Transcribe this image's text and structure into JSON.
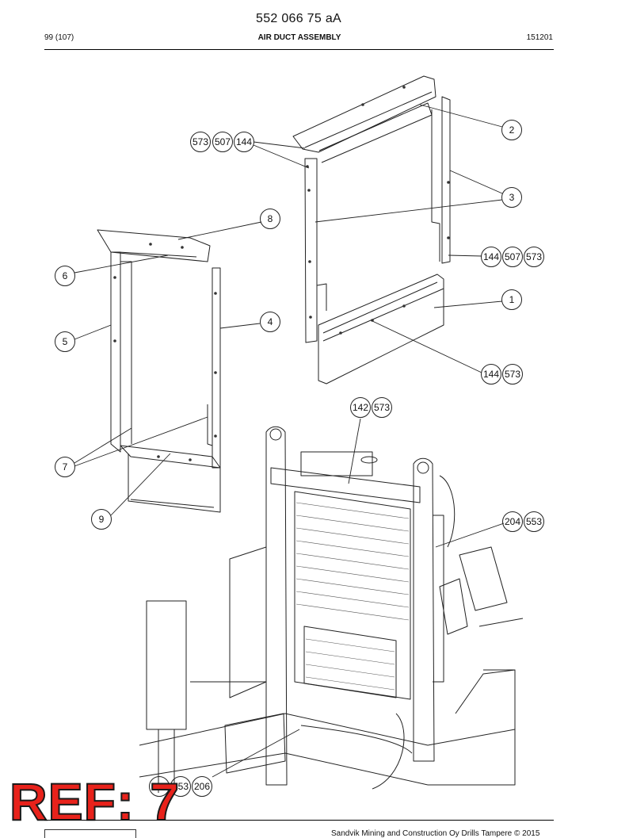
{
  "header": {
    "document_number": "552 066 75 aA",
    "page": "99 (107)",
    "title": "AIR DUCT ASSEMBLY",
    "code": "151201"
  },
  "footer": {
    "copyright": "Sandvik Mining and Construction Oy Drills Tampere © 2015"
  },
  "stamp": {
    "text": "REF: 7",
    "color": "#e8221b"
  },
  "callouts": {
    "g573_507_144": [
      "573",
      "507",
      "144"
    ],
    "c2": "2",
    "c3": "3",
    "c8": "8",
    "c6": "6",
    "g144_507_573": [
      "144",
      "507",
      "573"
    ],
    "c1": "1",
    "c4": "4",
    "c5": "5",
    "g144_573": [
      "144",
      "573"
    ],
    "g142_573": [
      "142",
      "573"
    ],
    "c7": "7",
    "c9": "9",
    "g204_553": [
      "204",
      "553"
    ],
    "g851_553_206": [
      "851",
      "553",
      "206"
    ]
  }
}
